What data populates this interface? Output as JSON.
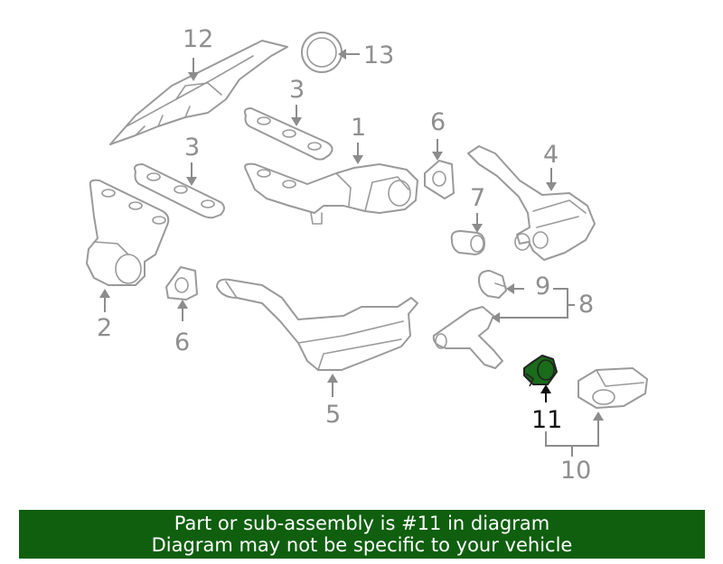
{
  "diagram": {
    "callouts": [
      {
        "id": "c12",
        "text": "12"
      },
      {
        "id": "c13",
        "text": "13"
      },
      {
        "id": "c3a",
        "text": "3"
      },
      {
        "id": "c3b",
        "text": "3"
      },
      {
        "id": "c1",
        "text": "1"
      },
      {
        "id": "c6a",
        "text": "6"
      },
      {
        "id": "c4",
        "text": "4"
      },
      {
        "id": "c7",
        "text": "7"
      },
      {
        "id": "c2",
        "text": "2"
      },
      {
        "id": "c6b",
        "text": "6"
      },
      {
        "id": "c9",
        "text": "9"
      },
      {
        "id": "c8",
        "text": "8"
      },
      {
        "id": "c5",
        "text": "5"
      },
      {
        "id": "c11",
        "text": "11"
      },
      {
        "id": "c10",
        "text": "10"
      }
    ],
    "highlighted_part": "11",
    "highlight_color": "#1a6b1a"
  },
  "banner": {
    "line1": "Part or sub-assembly is #11 in diagram",
    "line2": "Diagram may not be specific to your vehicle",
    "background": "#0f5f0f",
    "text_color": "#ffffff"
  }
}
